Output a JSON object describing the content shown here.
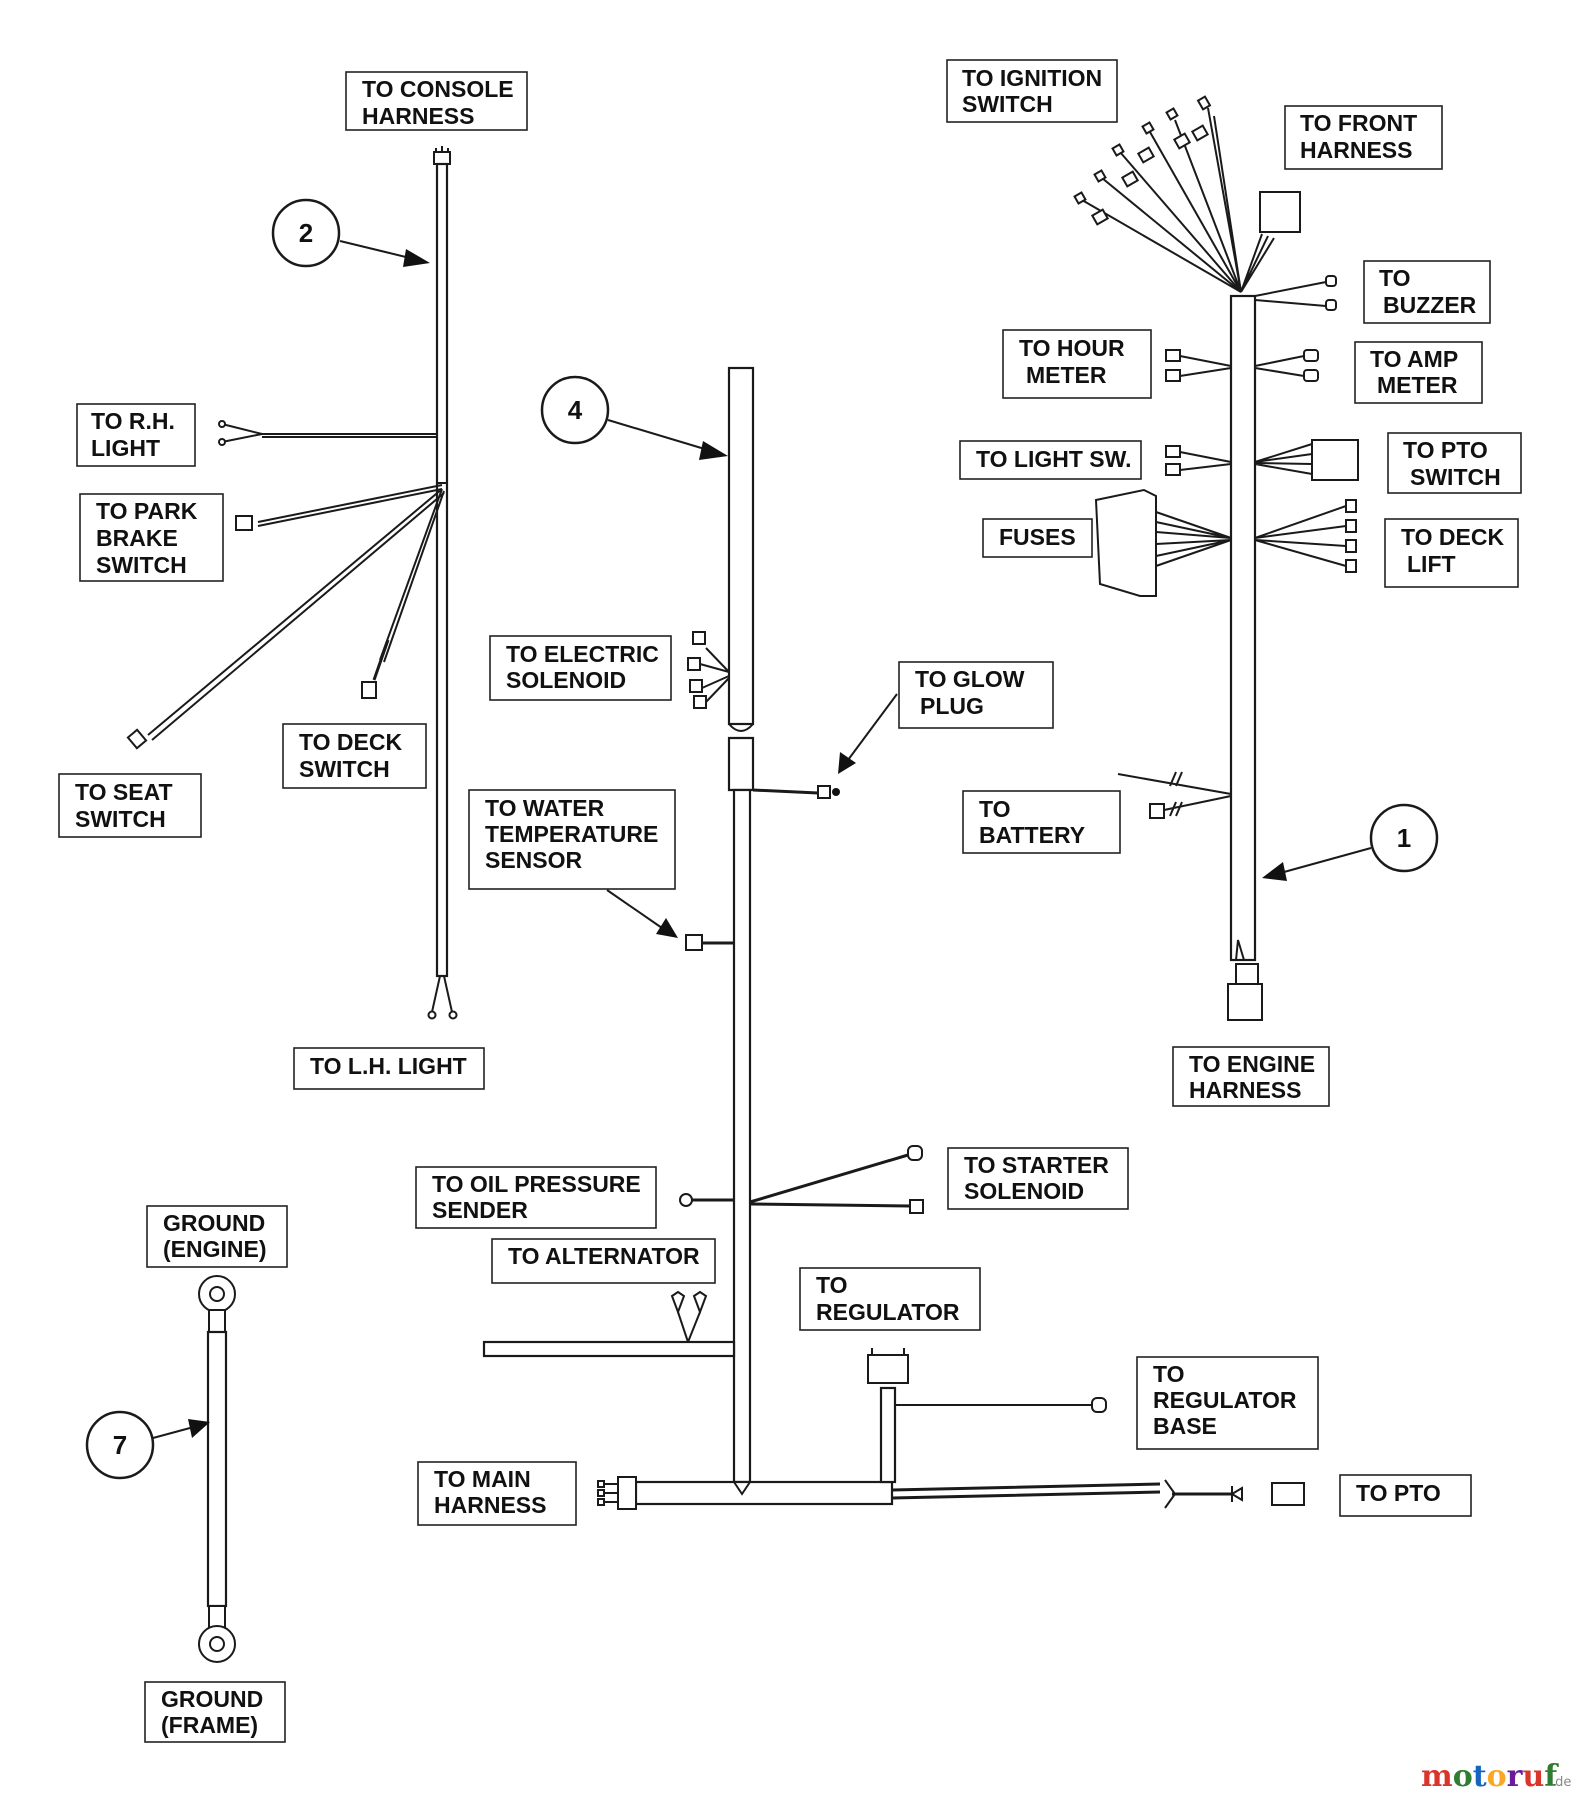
{
  "labels": {
    "console": [
      "TO CONSOLE",
      "HARNESS"
    ],
    "rh_light": [
      "TO R.H.",
      "LIGHT"
    ],
    "park_brake": [
      "TO PARK",
      "BRAKE",
      "SWITCH"
    ],
    "deck_switch": [
      "TO DECK",
      "SWITCH"
    ],
    "seat_switch": [
      "TO SEAT",
      "SWITCH"
    ],
    "lh_light": [
      "TO L.H. LIGHT"
    ],
    "electric_solenoid": [
      "TO ELECTRIC",
      "SOLENOID"
    ],
    "glow_plug": [
      "TO GLOW",
      "PLUG"
    ],
    "water_temp": [
      "TO WATER",
      "TEMPERATURE",
      "SENSOR"
    ],
    "oil_pressure": [
      "TO OIL PRESSURE",
      "SENDER"
    ],
    "starter_solenoid": [
      "TO STARTER",
      "SOLENOID"
    ],
    "alternator": [
      "TO ALTERNATOR"
    ],
    "regulator": [
      "TO",
      "REGULATOR"
    ],
    "regulator_base": [
      "TO",
      "REGULATOR",
      "BASE"
    ],
    "main_harness": [
      "TO MAIN",
      "HARNESS"
    ],
    "pto": [
      "TO PTO"
    ],
    "ignition_switch": [
      "TO IGNITION",
      "SWITCH"
    ],
    "front_harness": [
      "TO FRONT",
      "HARNESS"
    ],
    "buzzer": [
      "TO",
      "BUZZER"
    ],
    "hour_meter": [
      "TO HOUR",
      "METER"
    ],
    "amp_meter": [
      "TO AMP",
      "METER"
    ],
    "light_sw": [
      "TO LIGHT SW."
    ],
    "pto_switch": [
      "TO PTO",
      "SWITCH"
    ],
    "fuses": [
      "FUSES"
    ],
    "deck_lift": [
      "TO DECK",
      "LIFT"
    ],
    "battery": [
      "TO",
      "BATTERY"
    ],
    "engine_harness": [
      "TO ENGINE",
      "HARNESS"
    ],
    "ground_engine": [
      "GROUND",
      "(ENGINE)"
    ],
    "ground_frame": [
      "GROUND",
      "(FRAME)"
    ]
  },
  "callouts": {
    "harness_1": "1",
    "harness_2": "2",
    "harness_4": "4",
    "harness_7": "7"
  },
  "watermark": {
    "brand": "motoruf",
    "suffix": ".de"
  }
}
